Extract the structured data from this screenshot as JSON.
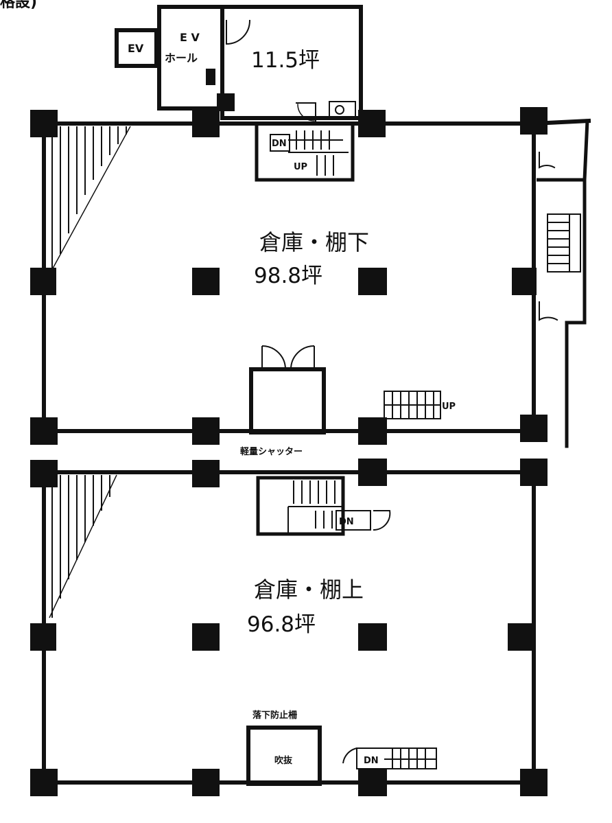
{
  "header_fragment": "格設)",
  "annex": {
    "ev_label": "EV",
    "ev_hall_line1": "E V",
    "ev_hall_line2": "ホール",
    "office_area": "11.5坪"
  },
  "stair_top": {
    "down": "DN",
    "up": "UP"
  },
  "lower_floor": {
    "name": "倉庫・棚下",
    "area": "98.8坪",
    "stair_up": "UP"
  },
  "shutter_label": "軽量シャッター",
  "upper_floor": {
    "name": "倉庫・棚上",
    "area": "96.8坪",
    "stair_down": "DN",
    "rail_label": "落下防止柵",
    "void_label": "吹抜",
    "stair_down_bottom": "DN"
  }
}
